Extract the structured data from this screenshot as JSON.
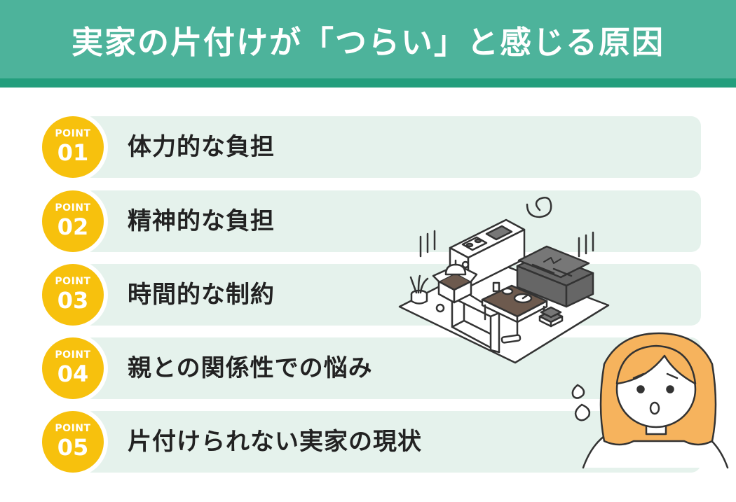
{
  "title": "実家の片付けが「つらい」と感じる原因",
  "badge_word": "POINT",
  "points": [
    {
      "num": "01",
      "label": "体力的な負担"
    },
    {
      "num": "02",
      "label": "精神的な負担"
    },
    {
      "num": "03",
      "label": "時間的な制約"
    },
    {
      "num": "04",
      "label": "親との関係性での悩み"
    },
    {
      "num": "05",
      "label": "片付けられない実家の現状"
    }
  ],
  "colors": {
    "header": "#4db39b",
    "header_stripe": "#239e7d",
    "row_background": "#e5f2ec",
    "badge": "#f7c10d",
    "text": "#222222",
    "hair": "#f6b35d"
  },
  "icons": [
    "messy-room-illustration",
    "worried-woman-illustration",
    "sweat-drops-icon",
    "spiral-icon"
  ]
}
